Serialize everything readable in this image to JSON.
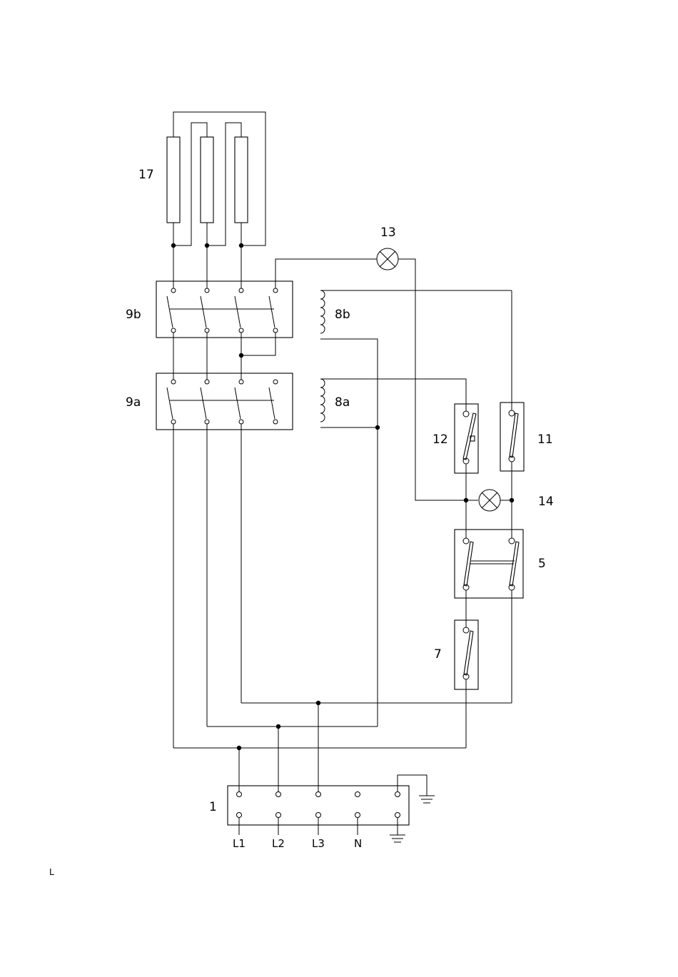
{
  "labels": {
    "c17": "17",
    "c13": "13",
    "c9b": "9b",
    "c8b": "8b",
    "c9a": "9a",
    "c8a": "8a",
    "c12": "12",
    "c11": "11",
    "c14": "14",
    "c5": "5",
    "c7": "7",
    "c1": "1"
  },
  "terminals": {
    "L1": "L1",
    "L2": "L2",
    "L3": "L3",
    "N": "N"
  },
  "footer_mark": "L"
}
